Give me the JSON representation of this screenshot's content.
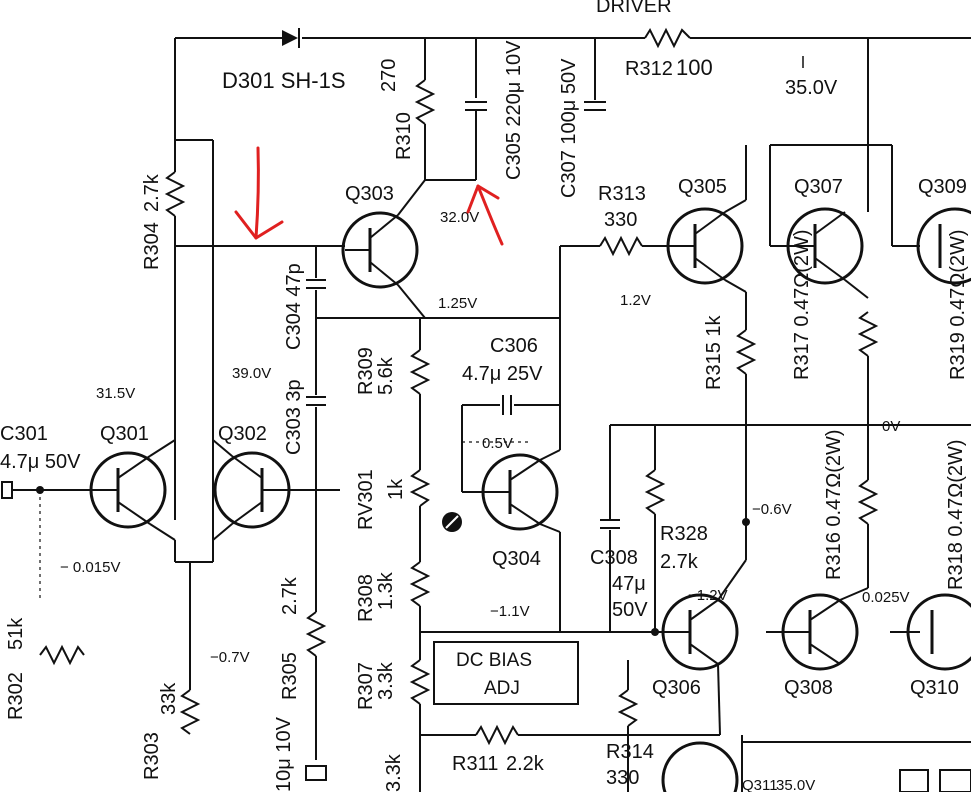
{
  "labels": {
    "driver": "DRIVER",
    "d301": "D301 SH-1S",
    "r312": "R312",
    "r312_val": "100",
    "v_35_top": "35.0V",
    "r310": "R310",
    "r310_val": "270",
    "c305": "C305 220μ 10V",
    "c307": "C307 100μ 50V",
    "r304": "R304",
    "r304_val": "2.7k",
    "q303": "Q303",
    "q305": "Q305",
    "q307": "Q307",
    "q309": "Q309",
    "r313": "R313",
    "r313_val": "330",
    "v_32": "32.0V",
    "v_125": "1.25V",
    "v_12": "1.2V",
    "c304": "C304 47p",
    "c303": "C303 3p",
    "c306": "C306",
    "c306_val": "4.7μ 25V",
    "r309": "R309",
    "r309_val": "5.6k",
    "r315": "R315 1k",
    "r317": "R317 0.47Ω(2W)",
    "r319": "R319 0.47Ω(2W)",
    "v_315": "31.5V",
    "v_390": "39.0V",
    "q301": "Q301",
    "q302": "Q302",
    "c301": "C301",
    "c301_val": "4.7μ 50V",
    "v_05": "0.5V",
    "v_neg0015": "− 0.015V",
    "rv301": "RV301",
    "rv301_val": "1k",
    "q304": "Q304",
    "r308": "R308",
    "r308_val": "1.3k",
    "r328": "R328",
    "r328_val": "2.7k",
    "c308": "C308",
    "c308_val1": "47μ",
    "c308_val2": "50V",
    "r316": "R316 0.47Ω(2W)",
    "r318": "R318 0.47Ω(2W)",
    "v_neg06": "−0.6V",
    "v_0": "0V",
    "v_neg11": "−1.1V",
    "v_neg12": "−1.2V",
    "v_0025": "0.025V",
    "r302": "R302",
    "r302_val": "51k",
    "v_neg07": "−0.7V",
    "r305": "R305",
    "r305_val": "2.7k",
    "r303": "R303",
    "r303_val": "33k",
    "dc_bias_line1": "DC BIAS",
    "dc_bias_line2": "ADJ",
    "q306": "Q306",
    "q308": "Q308",
    "q310": "Q310",
    "r307": "R307",
    "r307_val": "3.3k",
    "r311": "R311",
    "r311_val": "2.2k",
    "r314": "R314",
    "r314_val": "330",
    "cap_bottom": "10μ 10V",
    "r_bottom": "3.3k",
    "v_35_bottom": "35.0V",
    "q311_partial": "Q311"
  },
  "annotations": {
    "arrow_down_color": "#e02020",
    "arrow_up_color": "#e02020"
  }
}
